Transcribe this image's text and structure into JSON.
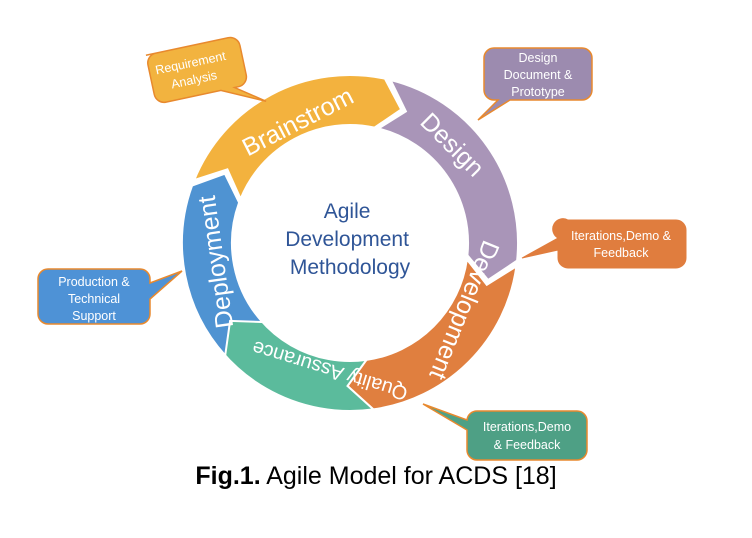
{
  "center_title": [
    "Agile",
    "Development",
    "Methodology"
  ],
  "phases": [
    {
      "label": "Brainstrom",
      "color": "#F3B23E"
    },
    {
      "label": "Design",
      "color": "#A995B8"
    },
    {
      "label": "Development",
      "color": "#E07F3F"
    },
    {
      "label": "Quality Assurance",
      "color": "#5BBB9C"
    },
    {
      "label": "Deployment",
      "color": "#4F93D2"
    }
  ],
  "callouts": [
    {
      "lines": [
        "Requirement",
        "Analysis"
      ],
      "color": "#F2B33F"
    },
    {
      "lines": [
        "Design",
        "Document &",
        "Prototype"
      ],
      "color": "#9C8BAF"
    },
    {
      "lines": [
        "Iterations,Demo &",
        "Feedback"
      ],
      "color": "#E07D3E"
    },
    {
      "lines": [
        "Production &",
        "Technical",
        "Support"
      ],
      "color": "#4E92D6"
    },
    {
      "lines": [
        "Iterations,Demo",
        "& Feedback"
      ],
      "color": "#4EA085"
    }
  ],
  "caption": {
    "bold": "Fig.1.",
    "text": " Agile Model for ACDS [18]"
  }
}
